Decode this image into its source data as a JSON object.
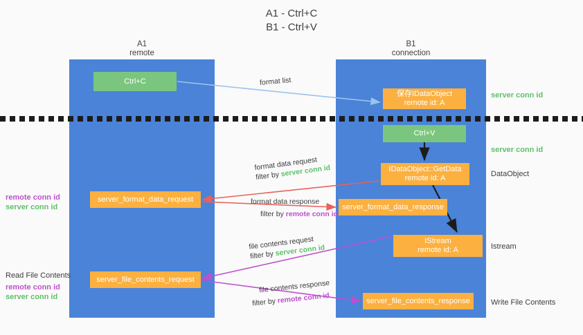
{
  "title": {
    "line1": "A1 - Ctrl+C",
    "line2": "B1 - Ctrl+V"
  },
  "columns": {
    "a1": {
      "name": "A1",
      "role": "remote"
    },
    "b1": {
      "name": "B1",
      "role": "connection"
    }
  },
  "nodes": {
    "ctrl_c": "Ctrl+C",
    "save_idataobject_l1": "保存IDataObject",
    "save_idataobject_l2": "remote id: A",
    "ctrl_v": "Ctrl+V",
    "getdata_l1": "IDataObject::GetData",
    "getdata_l2": "remote id: A",
    "server_format_data_request": "server_format_data_request",
    "server_format_data_response": "server_format_data_response",
    "istream_l1": "IStream",
    "istream_l2": "remote id: A",
    "server_file_contents_request": "server_file_contents_request",
    "server_file_contents_response": "server_file_contents_response"
  },
  "edge_labels": {
    "format_list": "format list",
    "format_data_request": "format data request",
    "format_data_request_filter_prefix": "filter by ",
    "format_data_request_filter_value": "server conn id",
    "format_data_response": "format data response",
    "format_data_response_filter_prefix": "filter by ",
    "format_data_response_filter_value": "remote conn id",
    "file_contents_request": "file contents request",
    "file_contents_request_filter_prefix": "filter by ",
    "file_contents_request_filter_value": "server conn id",
    "file_contents_response": "file contents response",
    "file_contents_response_filter_prefix": "filter by ",
    "file_contents_response_filter_value": "remote conn id"
  },
  "annotations": {
    "right": {
      "server_conn_id_top": "server conn id",
      "server_conn_id_mid": "server conn id",
      "dataobject": "DataObject",
      "istream": "Istream",
      "write_file_contents": "Write File Contents"
    },
    "left": {
      "remote_conn_id_1": "remote conn id",
      "server_conn_id_1": "server conn id",
      "read_file_contents": "Read File Contents",
      "remote_conn_id_2": "remote conn id",
      "server_conn_id_2": "server conn id"
    }
  },
  "colors": {
    "lane_blue": "#4a83d8",
    "node_green": "#7bc67e",
    "node_orange": "#fbb040",
    "arrow_lightblue": "#9dc3ec",
    "arrow_red": "#e8615a",
    "arrow_magenta": "#c04fd0",
    "arrow_black": "#1c1c1c",
    "text_green": "#5fbf6a",
    "text_magenta": "#c04fd0",
    "background": "#fafafa"
  }
}
